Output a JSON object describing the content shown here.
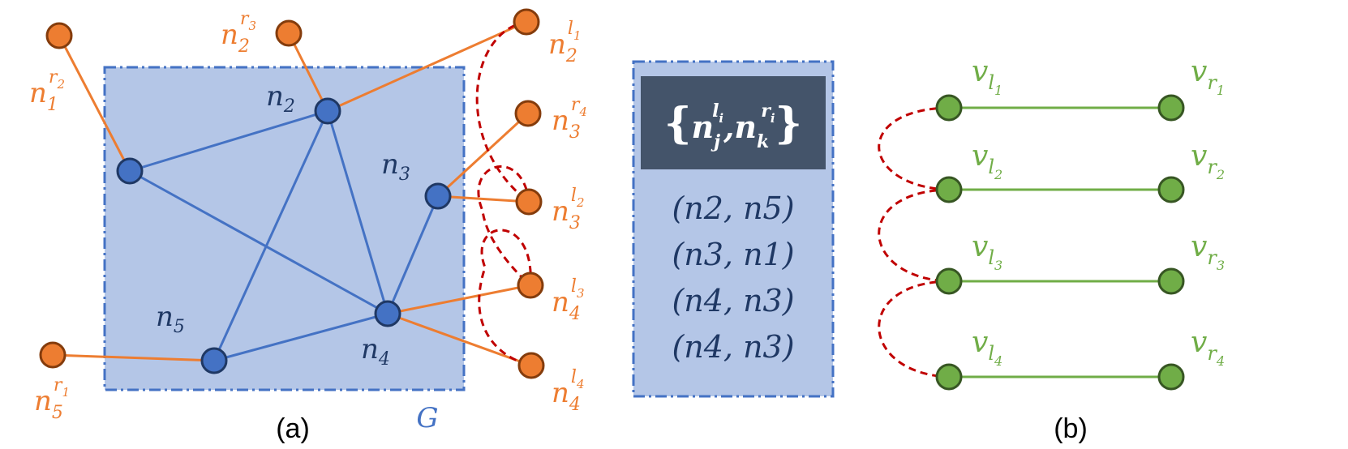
{
  "colors": {
    "region_fill": "#b4c6e7",
    "region_border": "#4472c4",
    "inner_node": "#4472c4",
    "inner_node_stroke": "#1f3864",
    "inner_edge": "#4472c4",
    "inner_label": "#1f3864",
    "outer_node": "#ed7d31",
    "outer_node_stroke": "#843c0c",
    "outer_edge": "#ed7d31",
    "outer_label": "#ed7d31",
    "arc": "#c00000",
    "green_node": "#70ad47",
    "green_node_stroke": "#375623",
    "green_label": "#70ad47",
    "header_box": "#44546a",
    "header_text": "#ffffff",
    "pair_text": "#1f3864",
    "caption": "#000000"
  },
  "captions": {
    "a": "(a)",
    "b": "(b)",
    "graph": "G"
  },
  "inner_nodes": [
    {
      "base": "n",
      "sub": "2"
    },
    {
      "base": "n",
      "sub": "3"
    },
    {
      "base": "n",
      "sub": "4"
    },
    {
      "base": "n",
      "sub": "5"
    },
    {
      "base": "",
      "sub": ""
    }
  ],
  "outer_nodes": [
    {
      "base": "n",
      "sub": "1",
      "sup": "r",
      "supsub": "2"
    },
    {
      "base": "n",
      "sub": "2",
      "sup": "r",
      "supsub": "3"
    },
    {
      "base": "n",
      "sub": "2",
      "sup": "l",
      "supsub": "1"
    },
    {
      "base": "n",
      "sub": "3",
      "sup": "r",
      "supsub": "4"
    },
    {
      "base": "n",
      "sub": "3",
      "sup": "l",
      "supsub": "2"
    },
    {
      "base": "n",
      "sub": "4",
      "sup": "l",
      "supsub": "3"
    },
    {
      "base": "n",
      "sub": "4",
      "sup": "l",
      "supsub": "4"
    },
    {
      "base": "n",
      "sub": "5",
      "sup": "r",
      "supsub": "1"
    }
  ],
  "table": {
    "header": {
      "open": "{",
      "close": "}",
      "a_base": "n",
      "a_sub": "j",
      "a_sup": "l",
      "a_supsub": "i",
      "comma": ",",
      "b_base": "n",
      "b_sub": "k",
      "b_sup": "r",
      "b_supsub": "i"
    },
    "pairs": [
      "(n2, n5)",
      "(n3, n1)",
      "(n4, n3)",
      "(n4, n3)"
    ]
  },
  "graph_b": {
    "left": [
      {
        "base": "v",
        "sub": "l",
        "subsub": "1"
      },
      {
        "base": "v",
        "sub": "l",
        "subsub": "2"
      },
      {
        "base": "v",
        "sub": "l",
        "subsub": "3"
      },
      {
        "base": "v",
        "sub": "l",
        "subsub": "4"
      }
    ],
    "right": [
      {
        "base": "v",
        "sub": "r",
        "subsub": "1"
      },
      {
        "base": "v",
        "sub": "r",
        "subsub": "2"
      },
      {
        "base": "v",
        "sub": "r",
        "subsub": "3"
      },
      {
        "base": "v",
        "sub": "r",
        "subsub": "4"
      }
    ]
  }
}
